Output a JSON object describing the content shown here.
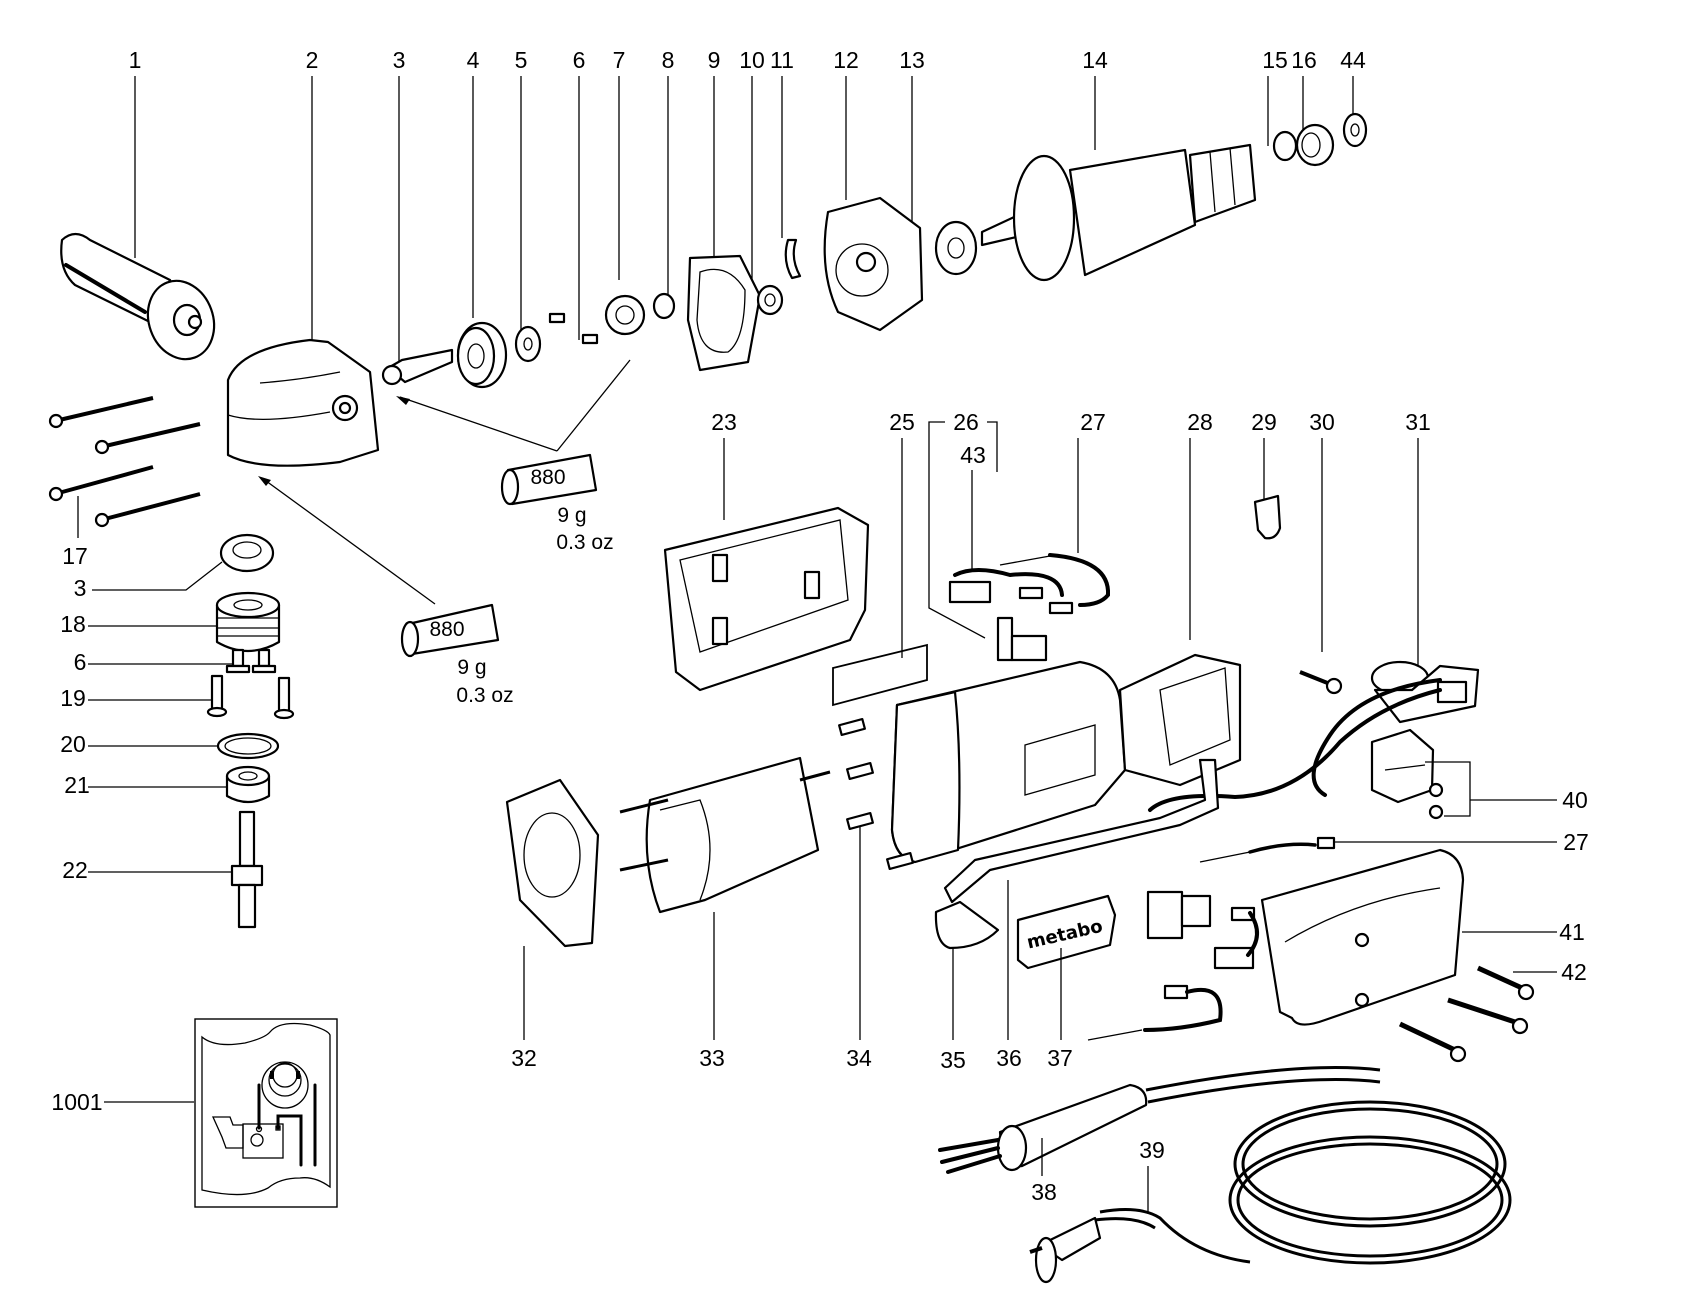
{
  "diagram": {
    "type": "exploded-parts-diagram",
    "subject": "angle grinder",
    "part_labels": {
      "p1": "1",
      "p2": "2",
      "p3": "3",
      "p4": "4",
      "p5": "5",
      "p6": "6",
      "p7": "7",
      "p8": "8",
      "p9": "9",
      "p10": "10",
      "p11": "11",
      "p12": "12",
      "p13": "13",
      "p14": "14",
      "p15": "15",
      "p16": "16",
      "p44": "44",
      "p17": "17",
      "p3b": "3",
      "p18": "18",
      "p6b": "6",
      "p19": "19",
      "p20": "20",
      "p21": "21",
      "p22": "22",
      "p23": "23",
      "p25": "25",
      "p26": "26",
      "p43": "43",
      "p27": "27",
      "p28": "28",
      "p29": "29",
      "p30": "30",
      "p31": "31",
      "p40": "40",
      "p27b": "27",
      "p41": "41",
      "p42": "42",
      "p32": "32",
      "p33": "33",
      "p34": "34",
      "p35": "35",
      "p36": "36",
      "p37": "37",
      "p38": "38",
      "p39": "39",
      "p1001": "1001"
    },
    "grease_tubes": [
      {
        "code": "880",
        "weight_g": "9 g",
        "weight_oz": "0.3 oz"
      },
      {
        "code": "880",
        "weight_g": "9 g",
        "weight_oz": "0.3 oz"
      }
    ],
    "brand_plate": "metabo"
  }
}
